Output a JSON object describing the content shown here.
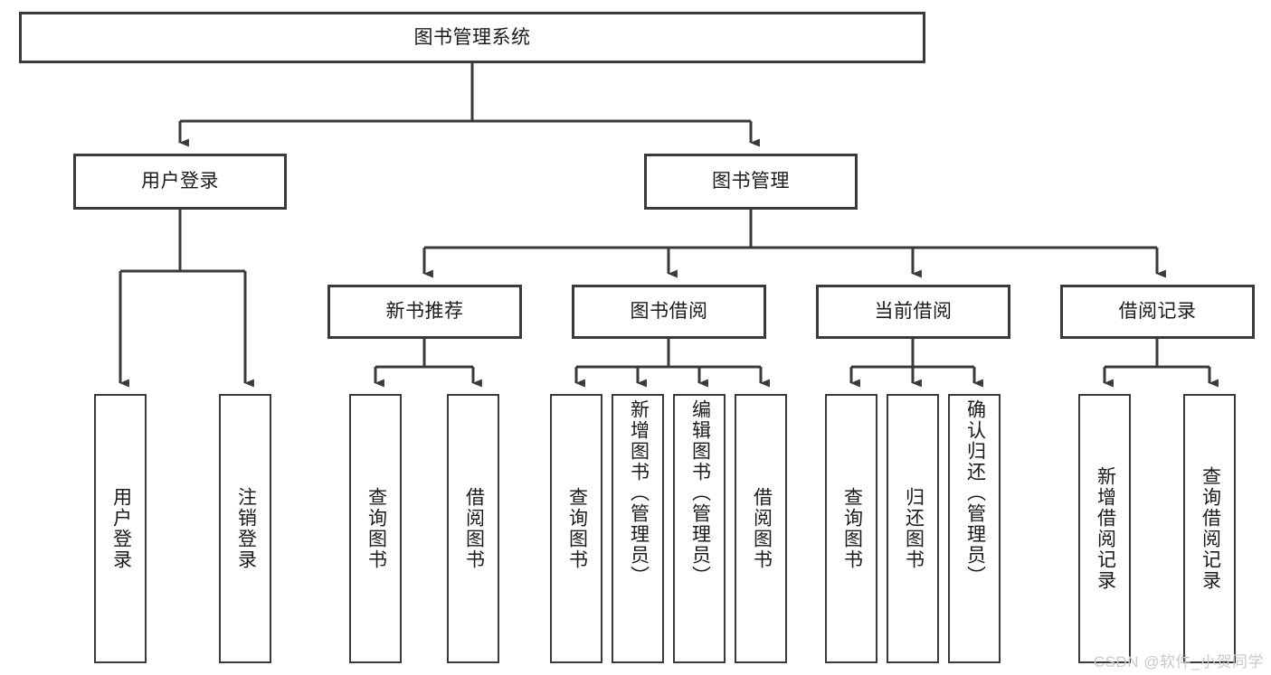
{
  "diagram": {
    "title": "图书管理系统",
    "watermark": "CSDN @软件_小贺同学",
    "line_color": "#3a3a3a",
    "text_color": "#1b1b1b",
    "background": "#ffffff",
    "root": {
      "label": "图书管理系统"
    },
    "level2": [
      {
        "label": "用户登录"
      },
      {
        "label": "图书管理"
      }
    ],
    "level3": [
      {
        "label": "新书推荐"
      },
      {
        "label": "图书借阅"
      },
      {
        "label": "当前借阅"
      },
      {
        "label": "借阅记录"
      }
    ],
    "leaves": [
      {
        "label": "用户登录"
      },
      {
        "label": "注销登录"
      },
      {
        "label": "查询图书"
      },
      {
        "label": "借阅图书"
      },
      {
        "label": "查询图书"
      },
      {
        "label": "新增图书（管理员）"
      },
      {
        "label": "编辑图书（管理员）"
      },
      {
        "label": "借阅图书"
      },
      {
        "label": "查询图书"
      },
      {
        "label": "归还图书"
      },
      {
        "label": "确认归还（管理员）"
      },
      {
        "label": "新增借阅记录"
      },
      {
        "label": "查询借阅记录"
      }
    ]
  }
}
